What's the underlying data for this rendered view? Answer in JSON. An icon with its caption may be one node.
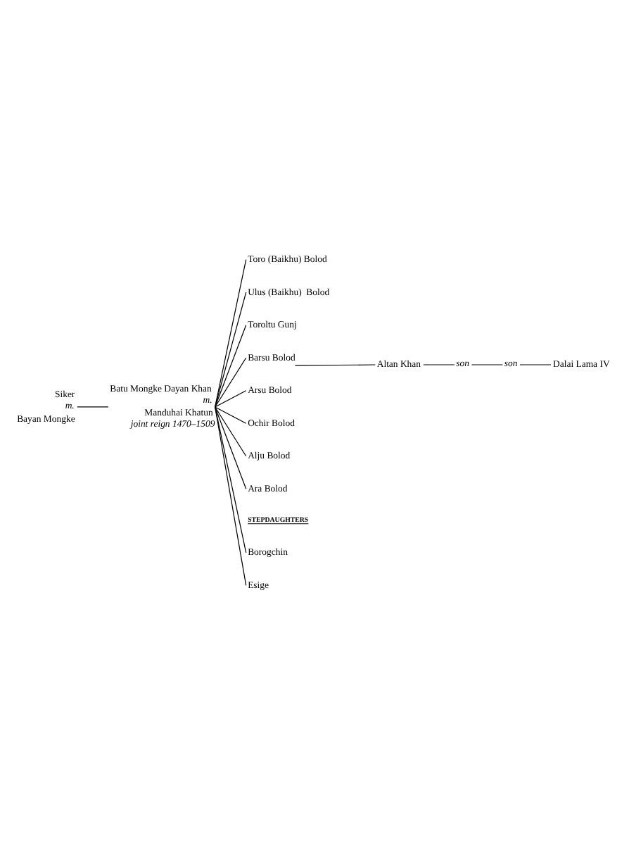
{
  "diagram": {
    "nodes": [
      {
        "text": [
          "Siker",
          "m.",
          "Bayan Mongke"
        ]
      },
      {
        "text": [
          "Batu Mongke Dayan Khan",
          "m.",
          "Manduhai Khatun",
          "joint reign 1470–1509"
        ]
      },
      {
        "text": [
          "Toro (Baikhu) Bolod"
        ]
      },
      {
        "text": [
          "Ulus (Baikhu)  Bolod"
        ]
      },
      {
        "text": [
          "Toroltu Gunj"
        ]
      },
      {
        "text": [
          "Barsu Bolod"
        ]
      },
      {
        "text": [
          "Altan Khan"
        ]
      },
      {
        "text": [
          "son"
        ]
      },
      {
        "text": [
          "son"
        ]
      },
      {
        "text": [
          "Dalai Lama IV"
        ]
      },
      {
        "text": [
          "Arsu Bolod"
        ]
      },
      {
        "text": [
          "Ochir Bolod"
        ]
      },
      {
        "text": [
          "Alju Bolod"
        ]
      },
      {
        "text": [
          "Ara Bolod"
        ]
      },
      {
        "text": [
          "Borogchin"
        ]
      },
      {
        "text": [
          "Esige"
        ]
      }
    ],
    "edges": [
      {
        "from": 0,
        "to": 1,
        "arrow": "none"
      },
      {
        "from": 1,
        "to": 2,
        "arrow": "none"
      },
      {
        "from": 1,
        "to": 3,
        "arrow": "none"
      },
      {
        "from": 1,
        "to": 4,
        "arrow": "none"
      },
      {
        "from": 1,
        "to": 5,
        "arrow": "none"
      },
      {
        "from": 5,
        "to": 6,
        "arrow": "none"
      },
      {
        "from": 6,
        "to": 7,
        "arrow": "none"
      },
      {
        "from": 7,
        "to": 8,
        "arrow": "none"
      },
      {
        "from": 8,
        "to": 9,
        "arrow": "none"
      },
      {
        "from": 1,
        "to": 10,
        "arrow": "none"
      },
      {
        "from": 1,
        "to": 11,
        "arrow": "none"
      },
      {
        "from": 1,
        "to": 12,
        "arrow": "none"
      },
      {
        "from": 1,
        "to": 13,
        "arrow": "none"
      },
      {
        "from": 1,
        "to": 14,
        "arrow": "none"
      },
      {
        "from": 1,
        "to": 15,
        "arrow": "none"
      }
    ],
    "labels": [
      "STEPDAUGHTERS"
    ]
  }
}
